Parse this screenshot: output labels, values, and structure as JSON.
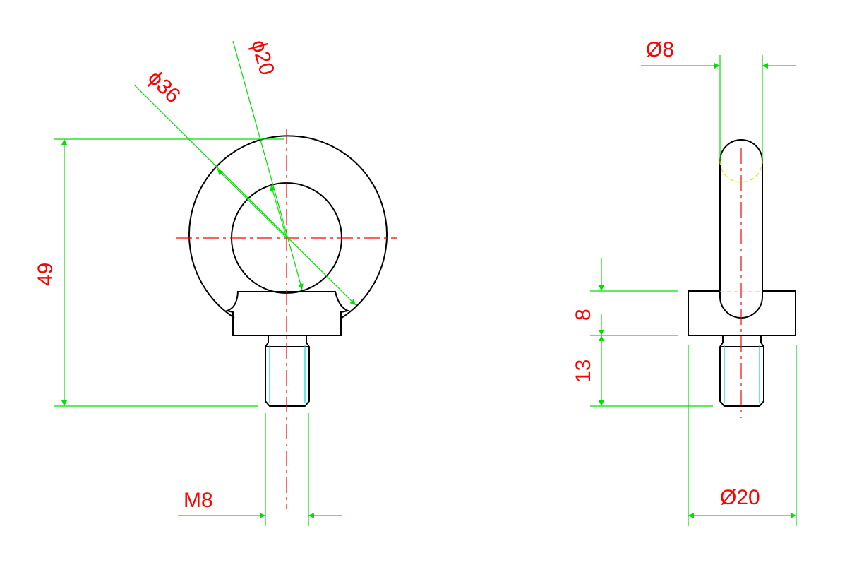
{
  "front_view": {
    "dim_outer_dia": "ϕ36",
    "dim_inner_dia": "ϕ20",
    "dim_height": "49",
    "dim_thread": "M8"
  },
  "side_view": {
    "dim_ring_dia": "Ø8",
    "dim_collar": "8",
    "dim_shank": "13",
    "dim_collar_dia": "Ø20"
  },
  "colors": {
    "outline": "#000000",
    "centerline": "#ff0000",
    "dimension": "#00e000",
    "dimension_text": "#ff0000",
    "thread": "#00d4e6",
    "hidden": "#e6e600"
  }
}
